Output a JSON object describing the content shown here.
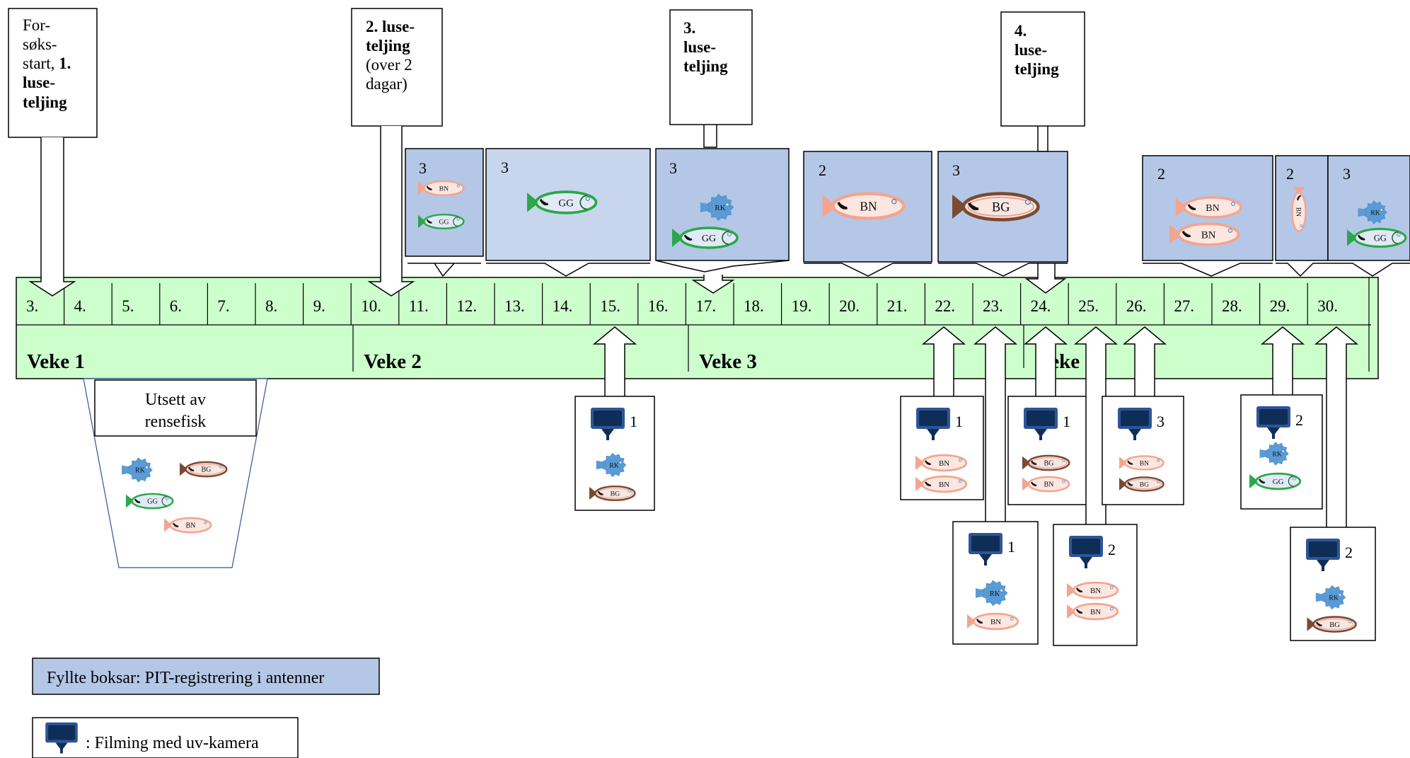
{
  "colors": {
    "timeline_fill": "#ccffcc",
    "pit_box_fill": "#b4c7e7",
    "pit_box_light": "#c7d6ed",
    "fish_blue": "#5b9bd5",
    "fish_green": "#2aa84a",
    "fish_pink": "#f4a48f",
    "fish_brown": "#7a4a32",
    "camera_fill": "#0f2e57",
    "release_border": "#2f5597"
  },
  "icons": {
    "camera": "uv-camera-icon",
    "rk": "lumpfish-icon",
    "gg": "corkwing-wrasse-icon",
    "bn": "ballan-wrasse-pink-icon",
    "bg": "ballan-wrasse-brown-icon"
  },
  "callouts": [
    {
      "normal_a": "For-",
      "normal_b": "søks-",
      "normal_c": "start,",
      "bold_num": "1.",
      "bold_a": "luse-",
      "bold_b": "teljing"
    },
    {
      "bold_a": "2. luse-",
      "bold_b": "teljing",
      "normal_a": "(over 2",
      "normal_b": "dagar)"
    },
    {
      "bold_a": "3.",
      "bold_b": "luse-",
      "bold_c": "teljing"
    },
    {
      "bold_a": "4.",
      "bold_b": "luse-",
      "bold_c": "teljing"
    }
  ],
  "days": [
    "3.",
    "4.",
    "5.",
    "6.",
    "7.",
    "8.",
    "9.",
    "10.",
    "11.",
    "12.",
    "13.",
    "14.",
    "15.",
    "16.",
    "17.",
    "18.",
    "19.",
    "20.",
    "21.",
    "22.",
    "23.",
    "24.",
    "25.",
    "26.",
    "27.",
    "28.",
    "29.",
    "30."
  ],
  "weeks": [
    "Veke 1",
    "Veke 2",
    "Veke 3",
    "Veke 4"
  ],
  "pit_boxes": [
    {
      "count": "3",
      "fish": [
        "BN",
        "GG"
      ]
    },
    {
      "count": "3",
      "fish": [
        "GG"
      ]
    },
    {
      "count": "3",
      "fish": [
        "RK",
        "GG"
      ]
    },
    {
      "count": "2",
      "fish": [
        "BN"
      ]
    },
    {
      "count": "3",
      "fish": [
        "BG"
      ]
    },
    {
      "count": "2",
      "fish": [
        "BN",
        "BN"
      ]
    },
    {
      "count": "2",
      "fish": [
        "BN"
      ]
    },
    {
      "count": "3",
      "fish": [
        "RK",
        "GG"
      ]
    }
  ],
  "camera_boxes": [
    {
      "count": "1",
      "fish": [
        "RK",
        "BG"
      ]
    },
    {
      "count": "1",
      "fish": [
        "BN",
        "BN"
      ]
    },
    {
      "count": "1",
      "fish": [
        "RK",
        "BN"
      ]
    },
    {
      "count": "1",
      "fish": [
        "BG",
        "BN"
      ]
    },
    {
      "count": "2",
      "fish": [
        "BN",
        "BN"
      ]
    },
    {
      "count": "3",
      "fish": [
        "BN",
        "BG"
      ]
    },
    {
      "count": "2",
      "fish": [
        "RK",
        "GG"
      ]
    },
    {
      "count": "2",
      "fish": [
        "RK",
        "BG"
      ]
    }
  ],
  "release": {
    "title_a": "Utsett av",
    "title_b": "rensefisk",
    "fish": [
      "RK",
      "BG",
      "GG",
      "BN"
    ]
  },
  "legend": {
    "pit_text": "Fyllte boksar: PIT-registrering i antenner",
    "camera_text": ": Filming med uv-kamera"
  }
}
